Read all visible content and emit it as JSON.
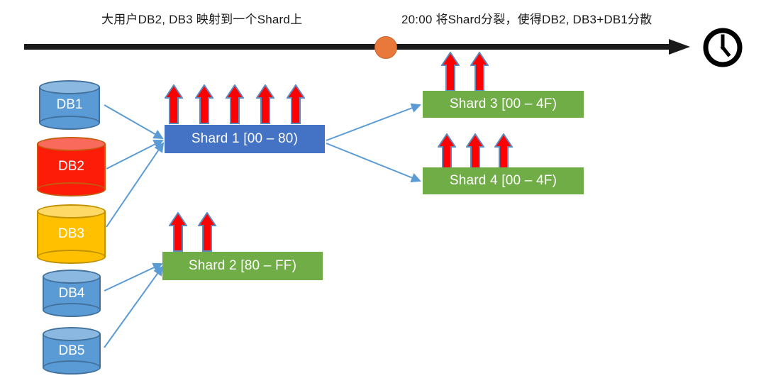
{
  "timeline": {
    "caption_left": "大用户DB2, DB3 映射到一个Shard上",
    "caption_right": "20:00 将Shard分裂，使得DB2, DB3+DB1分散",
    "marker_label": "split-event-marker",
    "clock_icon": "clock-icon",
    "line_color": "#1a1a1a",
    "marker_color": "#e8793a"
  },
  "databases": [
    {
      "id": "db1",
      "label": "DB1",
      "fill": "#5b9bd5",
      "fill_top": "#8ab8e0",
      "stroke": "#41719c",
      "size": "small"
    },
    {
      "id": "db2",
      "label": "DB2",
      "fill": "#fc1c08",
      "fill_top": "#fa6a5c",
      "stroke": "#c55a11",
      "size": "large"
    },
    {
      "id": "db3",
      "label": "DB3",
      "fill": "#ffc000",
      "fill_top": "#ffd966",
      "stroke": "#bf9000",
      "size": "large"
    },
    {
      "id": "db4",
      "label": "DB4",
      "fill": "#5b9bd5",
      "fill_top": "#8ab8e0",
      "stroke": "#41719c",
      "size": "small"
    },
    {
      "id": "db5",
      "label": "DB5",
      "fill": "#5b9bd5",
      "fill_top": "#8ab8e0",
      "stroke": "#41719c",
      "size": "small"
    }
  ],
  "shards": [
    {
      "id": "shard1",
      "label": "Shard 1 [00 – 80)",
      "color": "#4472c4",
      "load_arrows": 5
    },
    {
      "id": "shard2",
      "label": "Shard 2 [80 – FF)",
      "color": "#70ad47",
      "load_arrows": 2
    },
    {
      "id": "shard3",
      "label": "Shard 3 [00 – 4F)",
      "color": "#70ad47",
      "load_arrows": 2
    },
    {
      "id": "shard4",
      "label": "Shard 4 [00 – 4F)",
      "color": "#70ad47",
      "load_arrows": 3
    }
  ],
  "load_arrow": {
    "name": "red-up-arrow",
    "fill": "#ff0000",
    "stroke": "#5b8bbf"
  },
  "connectors": {
    "color": "#5b9bd5",
    "mappings": [
      {
        "from": "db1",
        "to": "shard1"
      },
      {
        "from": "db2",
        "to": "shard1"
      },
      {
        "from": "db3",
        "to": "shard1"
      },
      {
        "from": "db4",
        "to": "shard2"
      },
      {
        "from": "db5",
        "to": "shard2"
      },
      {
        "from": "shard1",
        "to": "shard3"
      },
      {
        "from": "shard1",
        "to": "shard4"
      }
    ]
  }
}
